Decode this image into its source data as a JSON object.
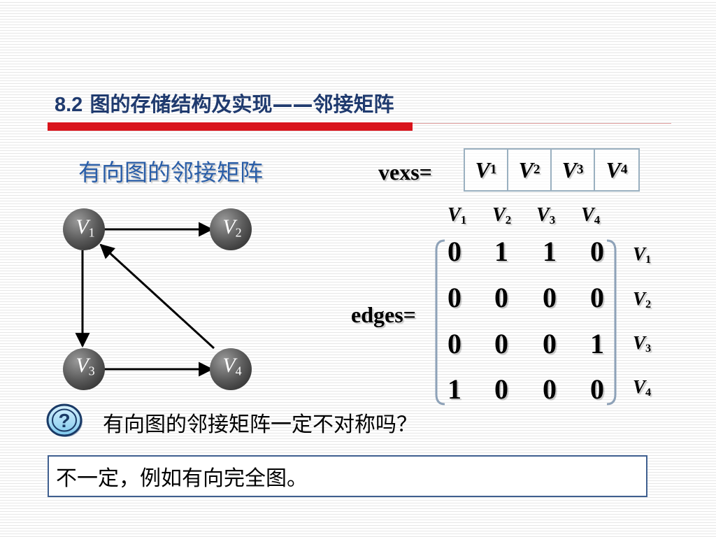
{
  "title": {
    "number": "8.2",
    "text": "图的存储结构及实现——邻接矩阵"
  },
  "subtitle": "有向图的邻接矩阵",
  "vexs": {
    "label": "vexs=",
    "cells": [
      "V1",
      "V2",
      "V3",
      "V4"
    ]
  },
  "vertices": [
    "V1",
    "V2",
    "V3",
    "V4"
  ],
  "edges_label": "edges=",
  "matrix": [
    [
      "0",
      "1",
      "1",
      "0"
    ],
    [
      "0",
      "0",
      "0",
      "0"
    ],
    [
      "0",
      "0",
      "0",
      "1"
    ],
    [
      "1",
      "0",
      "0",
      "0"
    ]
  ],
  "graph": {
    "nodes": [
      "V1",
      "V2",
      "V3",
      "V4"
    ],
    "directed_edges": [
      [
        "V1",
        "V2"
      ],
      [
        "V1",
        "V3"
      ],
      [
        "V3",
        "V4"
      ],
      [
        "V4",
        "V1"
      ]
    ]
  },
  "question": "有向图的邻接矩阵一定不对称吗？",
  "answer": "不一定，例如有向完全图。",
  "colors": {
    "title": "#1f3a6e",
    "subtitle": "#2a5ea8",
    "accent_bar": "#d9131b",
    "node": "#5a5a5a"
  },
  "icons": {
    "question": "question-mark-icon"
  }
}
